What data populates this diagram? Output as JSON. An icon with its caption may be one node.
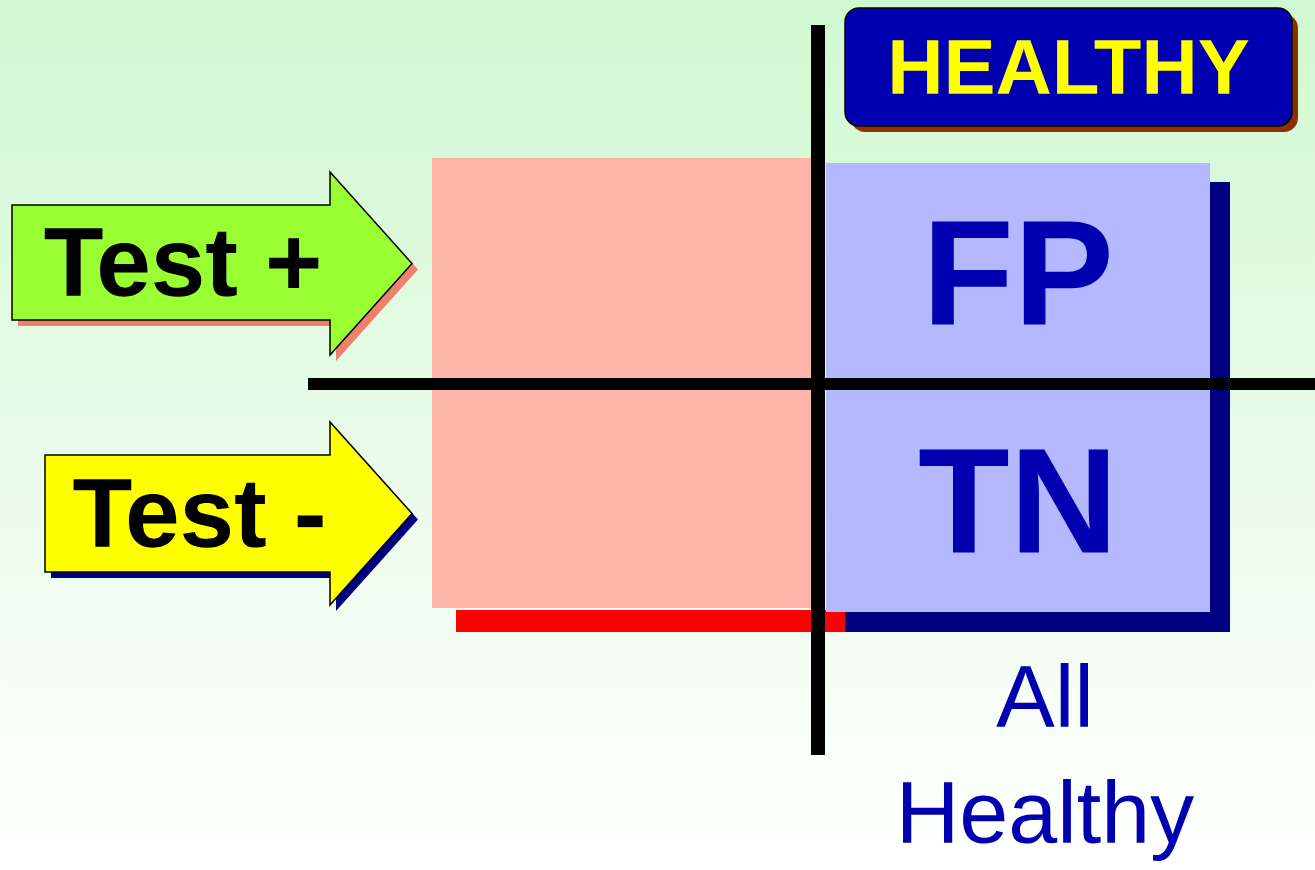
{
  "diagram": {
    "nodes": [
      {
        "text": [
          "HEALTHY"
        ]
      },
      {
        "text": [
          "Test +"
        ]
      },
      {
        "text": [],
        "shape": "box"
      },
      {
        "text": [
          "FP"
        ]
      },
      {
        "text": [
          "Test -"
        ]
      },
      {
        "text": [],
        "shape": "box"
      },
      {
        "text": [
          "TN"
        ]
      }
    ],
    "labels": [
      "All Healthy"
    ]
  }
}
